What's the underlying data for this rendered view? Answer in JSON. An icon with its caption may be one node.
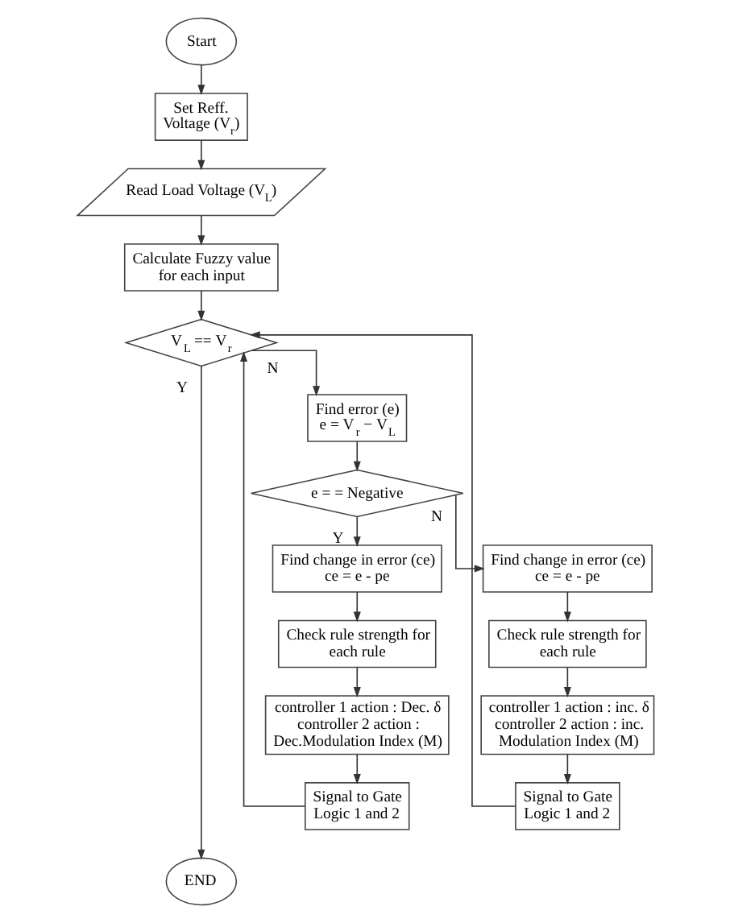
{
  "diagram": {
    "nodes": [
      {
        "text": [
          "Start"
        ]
      },
      {
        "text": [
          "Set Reff. Voltage (V$_{r}$)"
        ]
      },
      {
        "text": [
          "Read Load Voltage (V$_{L}$)"
        ]
      },
      {
        "text": [
          "Calculate Fuzzy value for each input"
        ]
      },
      {
        "text": [
          "V$_{L}$ == V$_{r}$"
        ]
      },
      {
        "text": [
          "Find error (e)",
          "e = V$_{r}$ − V$_{L}$"
        ]
      },
      {
        "text": [
          "e = = Negative"
        ]
      },
      {
        "text": [
          "Find change in error (ce)",
          "ce = e - pe"
        ]
      },
      {
        "text": [
          "Check rule strength for each rule"
        ]
      },
      {
        "text": [
          "controller 1 action : Dec. δ",
          "controller 2 action : Dec.Modulation Index (M)"
        ]
      },
      {
        "text": [
          "Signal to Gate Logic 1 and 2"
        ]
      },
      {
        "text": [
          "Find change in error (ce)",
          "ce = e - pe"
        ]
      },
      {
        "text": [
          "Check rule strength for each rule"
        ]
      },
      {
        "text": [
          "controller 1 action : inc. δ",
          "controller 2 action : inc. Modulation Index (M)"
        ]
      },
      {
        "text": [
          "Signal to Gate Logic 1 and 2"
        ]
      },
      {
        "text": [
          "END"
        ]
      }
    ],
    "edges": [
      {
        "from": 0,
        "to": 1,
        "arrow": "to"
      },
      {
        "from": 1,
        "to": 2,
        "arrow": "to"
      },
      {
        "from": 2,
        "to": 3,
        "arrow": "to"
      },
      {
        "from": 3,
        "to": 4,
        "arrow": "to"
      },
      {
        "from": 4,
        "to": 15,
        "arrow": "to",
        "label": "Y"
      },
      {
        "from": 4,
        "to": 5,
        "arrow": "to",
        "label": "N"
      },
      {
        "from": 5,
        "to": 6,
        "arrow": "to"
      },
      {
        "from": 6,
        "to": 7,
        "arrow": "to",
        "label": "Y"
      },
      {
        "from": 6,
        "to": 11,
        "arrow": "to",
        "label": "N"
      },
      {
        "from": 7,
        "to": 8,
        "arrow": "to"
      },
      {
        "from": 8,
        "to": 9,
        "arrow": "to"
      },
      {
        "from": 9,
        "to": 10,
        "arrow": "to"
      },
      {
        "from": 11,
        "to": 12,
        "arrow": "to"
      },
      {
        "from": 12,
        "to": 13,
        "arrow": "to"
      },
      {
        "from": 13,
        "to": 14,
        "arrow": "to"
      },
      {
        "from": 10,
        "to": 4,
        "arrow": "to"
      },
      {
        "from": 14,
        "to": 4,
        "arrow": "to"
      }
    ]
  }
}
